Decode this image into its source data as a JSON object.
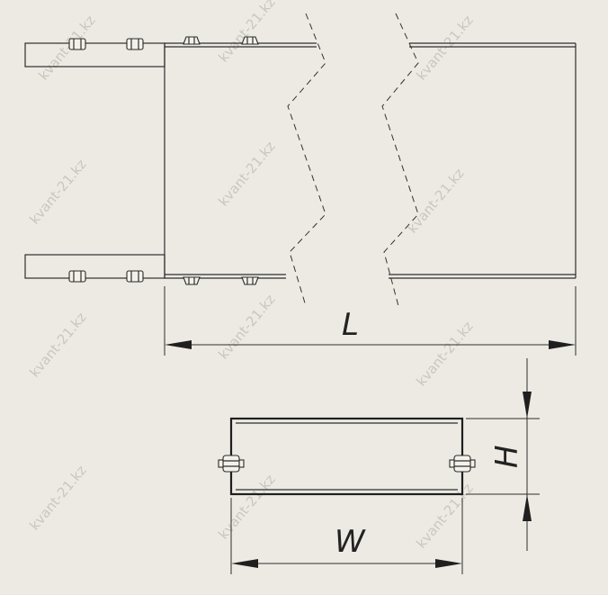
{
  "watermark": "kvant-21.kz",
  "dimensions": {
    "length_label": "L",
    "height_label": "H",
    "width_label": "W"
  }
}
